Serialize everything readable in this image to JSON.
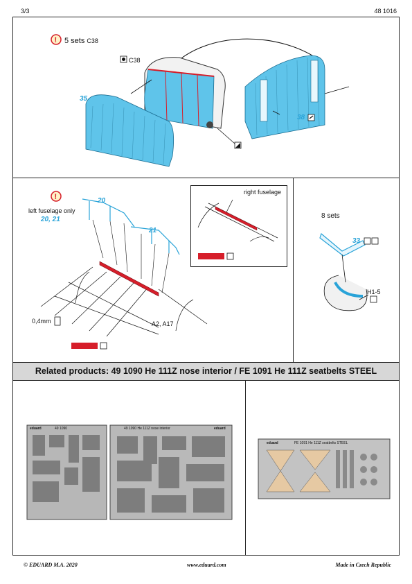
{
  "header": {
    "page": "3/3",
    "code": "48 1016"
  },
  "panel_top": {
    "sets_label": "5 sets",
    "sets_code": "C38",
    "callout_code": "C38",
    "part_a": "35",
    "part_b": "38"
  },
  "panel_left": {
    "note": "left fuselage only",
    "parts_note": "20, 21",
    "part_20": "20",
    "part_21": "21",
    "thickness": "0,4mm",
    "ref": "A2, A17"
  },
  "panel_inset": {
    "title": "right fuselage"
  },
  "panel_right": {
    "sets": "8 sets",
    "part_33": "33",
    "part_h": "H1-5"
  },
  "related": {
    "text": "Related products: 49 1090 He 111Z nose interior / FE 1091 He 111Z seatbelts STEEL"
  },
  "products": {
    "left_sheet_a_title": "eduard",
    "left_sheet_a_code": "49 1090",
    "left_sheet_b_title": "49 1090 He 111Z nose interior",
    "left_sheet_b_brand": "eduard",
    "right_sheet_brand": "eduard",
    "right_sheet_title": "FE 1091 He 111Z seatbelts STEEL"
  },
  "footer": {
    "copyright": "© EDUARD M.A. 2020",
    "url": "www.eduard.com",
    "made": "Made in Czech Republic"
  },
  "colors": {
    "photoetch_blue": "#5fc4ea",
    "paint_red": "#d61e2a",
    "line_blue": "#29a3d8"
  }
}
